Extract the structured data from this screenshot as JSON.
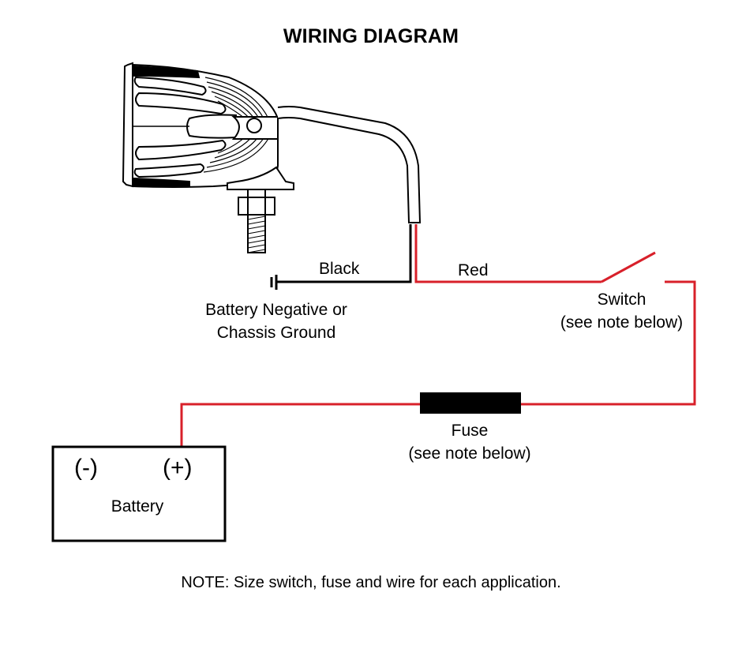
{
  "title": "WIRING DIAGRAM",
  "wires": {
    "black": {
      "label": "Black",
      "color": "#000000"
    },
    "red": {
      "label": "Red",
      "color": "#d8202a"
    }
  },
  "ground": {
    "line1": "Battery Negative or",
    "line2": "Chassis Ground"
  },
  "switch": {
    "line1": "Switch",
    "line2": "(see note below)"
  },
  "fuse": {
    "line1": "Fuse",
    "line2": "(see note below)"
  },
  "battery": {
    "negative": "(-)",
    "positive": "(+)",
    "label": "Battery"
  },
  "note": "NOTE: Size switch, fuse and wire for each application."
}
